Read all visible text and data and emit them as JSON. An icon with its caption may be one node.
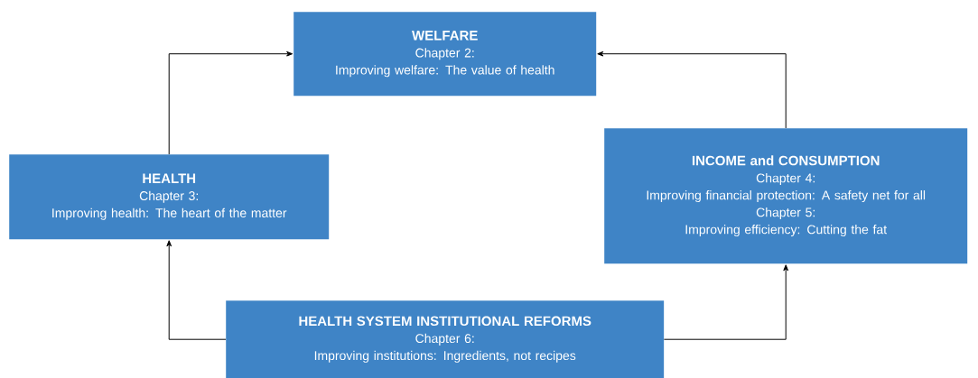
{
  "diagram": {
    "nodes": [
      {
        "text": [
          "WELFARE",
          "Chapter 2:",
          "Improving welfare: The value of health"
        ]
      },
      {
        "text": [
          "HEALTH",
          "Chapter 3:",
          "Improving health: The heart of the matter"
        ]
      },
      {
        "text": [
          "INCOME and CONSUMPTION",
          "Chapter 4:",
          "Improving financial protection: A safety net for all",
          "Chapter 5:",
          "Improving efficiency: Cutting the fat"
        ]
      },
      {
        "text": [
          "HEALTH SYSTEM INSTITUTIONAL REFORMS",
          "Chapter 6:",
          "Improving institutions: Ingredients, not recipes"
        ]
      }
    ],
    "edges": [
      {
        "from": 3,
        "to": 1,
        "arrow": "to"
      },
      {
        "from": 3,
        "to": 2,
        "arrow": "to"
      },
      {
        "from": 1,
        "to": 0,
        "arrow": "to"
      },
      {
        "from": 2,
        "to": 0,
        "arrow": "to"
      }
    ]
  }
}
